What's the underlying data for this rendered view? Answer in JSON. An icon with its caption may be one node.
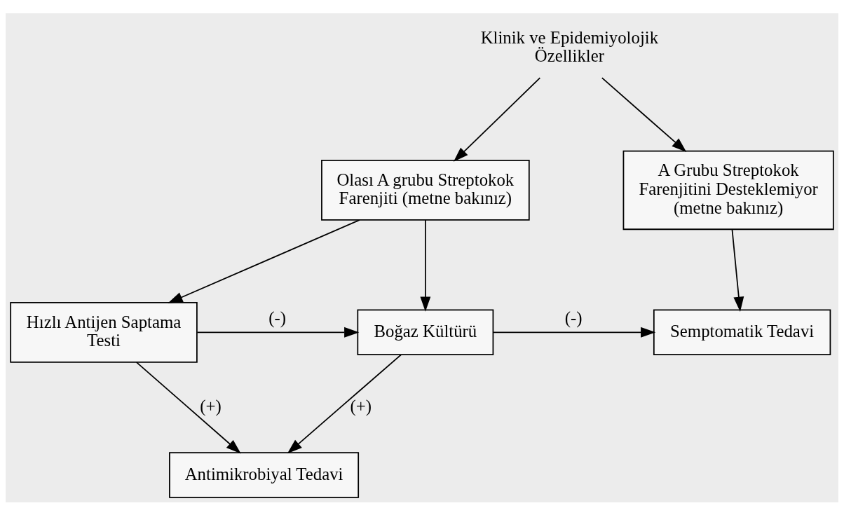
{
  "diagram": {
    "nodes": [
      {
        "text": [
          "Klinik ve Epidemiyolojik Özellikler"
        ]
      },
      {
        "text": [
          "A Grubu Streptokok Farenjitini Desteklemiyor (metne bakınız)"
        ]
      },
      {
        "text": [
          "Olası A grubu Streptokok Farenjiti (metne bakınız)"
        ]
      },
      {
        "text": [
          "Semptomatik Tedavi"
        ]
      },
      {
        "text": [
          "Boğaz Kültürü"
        ]
      },
      {
        "text": [
          "Hızlı Antijen Saptama Testi"
        ]
      },
      {
        "text": [
          "Antimikrobiyal Tedavi"
        ]
      }
    ],
    "edges": [
      {
        "from": 0,
        "to": 1,
        "arrow": "to"
      },
      {
        "from": 0,
        "to": 2,
        "arrow": "to"
      },
      {
        "from": 1,
        "to": 3,
        "arrow": "to"
      },
      {
        "from": 2,
        "to": 4,
        "arrow": "to"
      },
      {
        "from": 2,
        "to": 5,
        "arrow": "to"
      },
      {
        "from": 5,
        "to": 4,
        "arrow": "to",
        "label": "(-)"
      },
      {
        "from": 4,
        "to": 3,
        "arrow": "to",
        "label": "(-)"
      },
      {
        "from": 4,
        "to": 6,
        "arrow": "to",
        "label": "(+)"
      },
      {
        "from": 5,
        "to": 6,
        "arrow": "to",
        "label": "(+)"
      }
    ]
  }
}
